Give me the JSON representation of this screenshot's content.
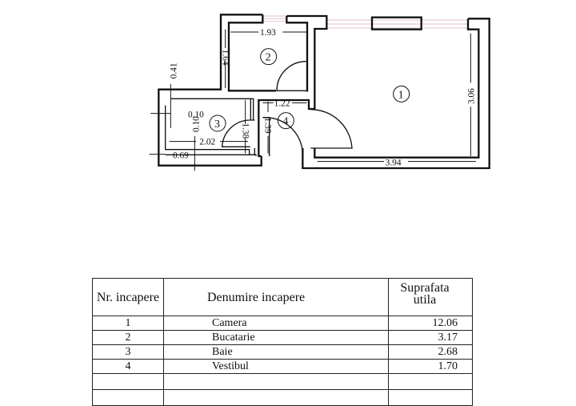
{
  "plan": {
    "rooms": [
      {
        "number": "1"
      },
      {
        "number": "2"
      },
      {
        "number": "3"
      },
      {
        "number": "4"
      }
    ],
    "dimensions": [
      "1.93",
      "1.64",
      "0.41",
      "1.22",
      "3.06",
      "0.10",
      "0.10",
      "1.38",
      "1.39",
      "2.02",
      "0.69",
      "3.94"
    ]
  },
  "table": {
    "headers": [
      "Nr. incapere",
      "Denumire incapere",
      "Suprafata utila"
    ],
    "rows": [
      {
        "nr": "1",
        "name": "Camera",
        "area": "12.06"
      },
      {
        "nr": "2",
        "name": "Bucatarie",
        "area": "3.17"
      },
      {
        "nr": "3",
        "name": "Baie",
        "area": "2.68"
      },
      {
        "nr": "4",
        "name": "Vestibul",
        "area": "1.70"
      }
    ]
  }
}
